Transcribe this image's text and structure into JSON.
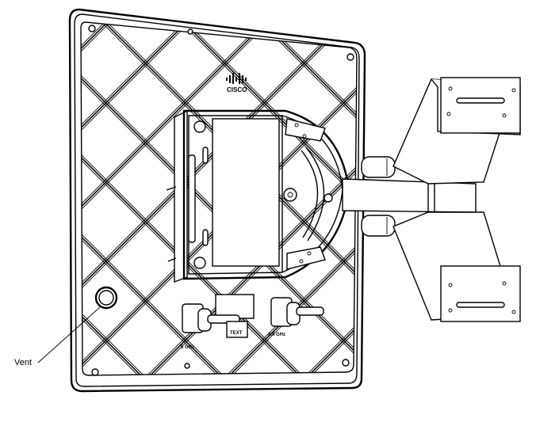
{
  "diagram": {
    "callouts": [
      {
        "label": "Vent"
      }
    ],
    "logo_text": "CISCO",
    "port_labels": {
      "left": "5 GHz",
      "right": "2.4 GHz"
    },
    "tag_text": "TEXT"
  }
}
